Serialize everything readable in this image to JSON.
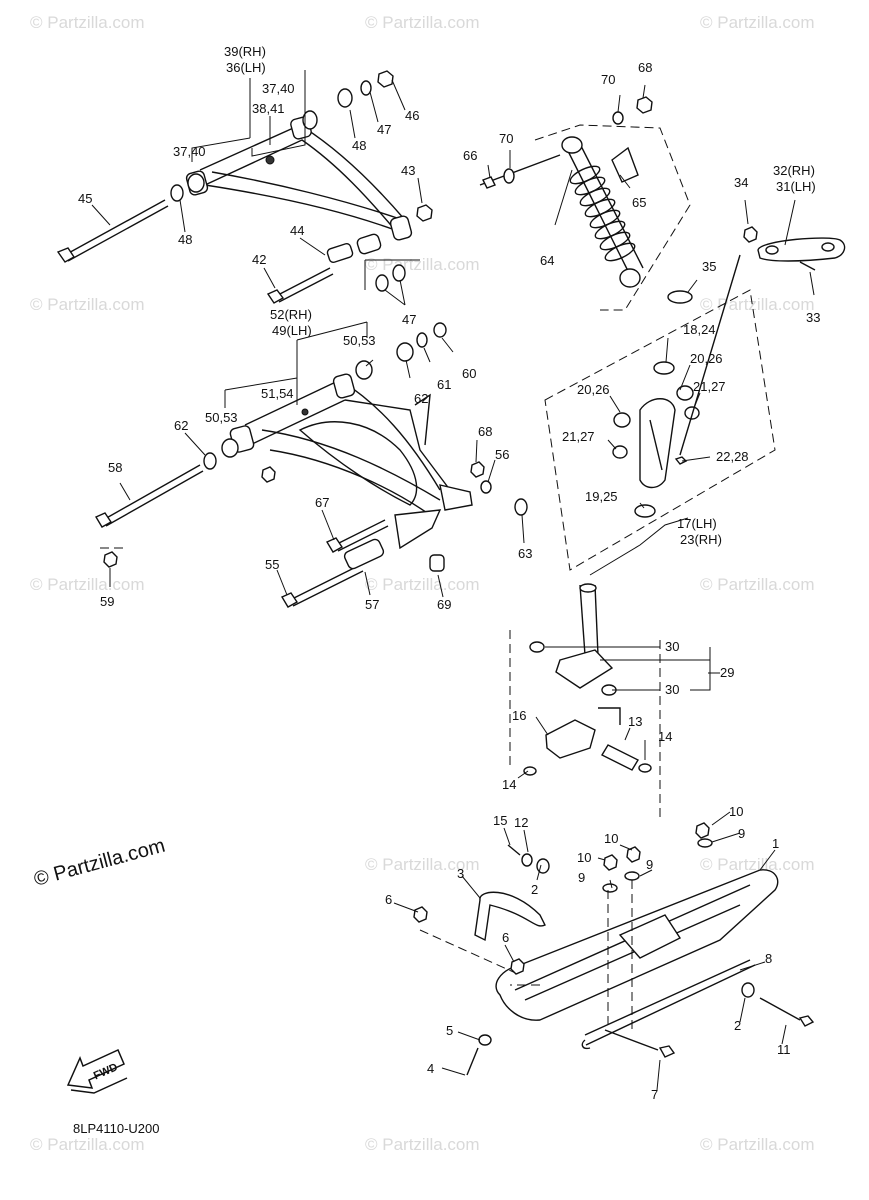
{
  "watermark": "© Partzilla.com",
  "copyright": "© Partzilla.com",
  "diagram_code": "8LP4110-U200",
  "fwd_label": "FWD",
  "callouts": {
    "c39_36": [
      "39(RH)",
      "36(LH)"
    ],
    "c37_40a": "37,40",
    "c38_41": "38,41",
    "c37_40b": "37,40",
    "c45": "45",
    "c48a": "48",
    "c48b": "48",
    "c47a": "47",
    "c47b": "47",
    "c46": "46",
    "c43": "43",
    "c44": "44",
    "c42": "42",
    "c70a": "70",
    "c70b": "70",
    "c68a": "68",
    "c66": "66",
    "c65": "65",
    "c64": "64",
    "c34": "34",
    "c32_31": [
      "32(RH)",
      "31(LH)"
    ],
    "c33": "33",
    "c35": "35",
    "c52_49": [
      "52(RH)",
      "49(LH)"
    ],
    "c50_53a": "50,53",
    "c60": "60",
    "c61": "61",
    "c62a": "62",
    "c51_54": "51,54",
    "c50_53b": "50,53",
    "c62b": "62",
    "c58": "58",
    "c68b": "68",
    "c56": "56",
    "c67": "67",
    "c63": "63",
    "c55": "55",
    "c57": "57",
    "c69": "69",
    "c59": "59",
    "c18_24": "18,24",
    "c20_26a": "20,26",
    "c20_26b": "20,26",
    "c21_27a": "21,27",
    "c21_27b": "21,27",
    "c22_28": "22,28",
    "c19_25": "19,25",
    "c17_23": [
      "17(LH)",
      "23(RH)"
    ],
    "c30a": "30",
    "c29": "29",
    "c30b": "30",
    "c16": "16",
    "c13": "13",
    "c14a": "14",
    "c14b": "14",
    "c15": "15",
    "c12": "12",
    "c10a": "10",
    "c9a": "9",
    "c10b": "10",
    "c10c": "10",
    "c9b": "9",
    "c9c": "9",
    "c1": "1",
    "c3": "3",
    "c2a": "2",
    "c6a": "6",
    "c6b": "6",
    "c8": "8",
    "c2b": "2",
    "c11": "11",
    "c5": "5",
    "c4": "4",
    "c7": "7"
  }
}
